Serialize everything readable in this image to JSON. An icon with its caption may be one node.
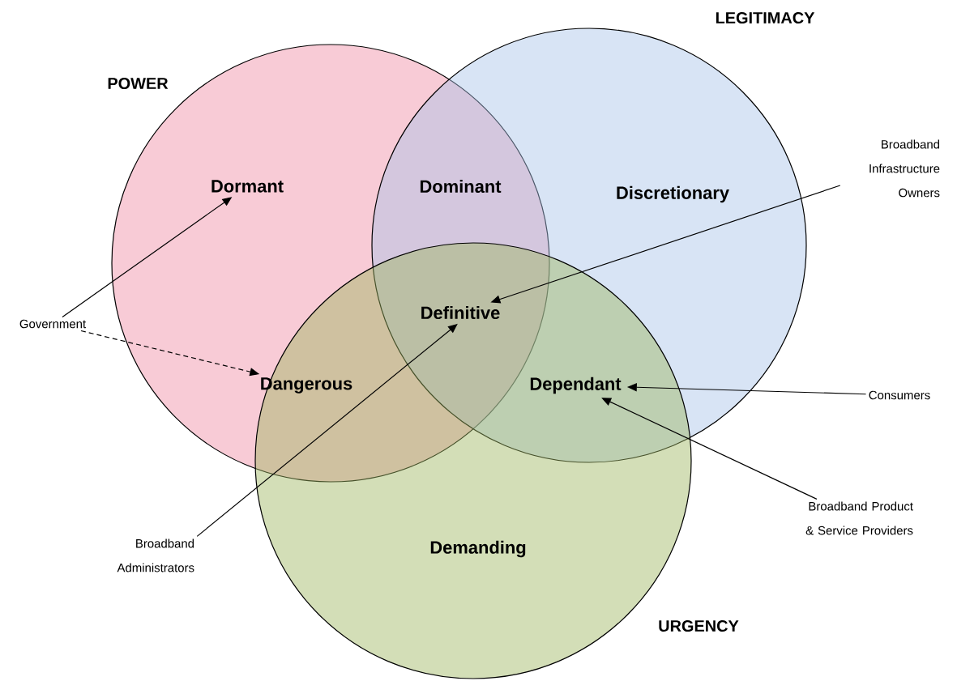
{
  "diagram": {
    "nodes": [
      {
        "text": [
          "POWER"
        ]
      },
      {
        "text": [
          "LEGITIMACY"
        ]
      },
      {
        "text": [
          "URGENCY"
        ]
      },
      {
        "text": [
          "Dormant"
        ],
        "in": 0
      },
      {
        "text": [
          "Dominant"
        ]
      },
      {
        "text": [
          "Discretionary"
        ],
        "in": 1
      },
      {
        "text": [
          "Definitive"
        ]
      },
      {
        "text": [
          "Dangerous"
        ]
      },
      {
        "text": [
          "Dependant"
        ]
      },
      {
        "text": [
          "Demanding"
        ],
        "in": 2
      },
      {
        "text": [
          "Government"
        ]
      },
      {
        "text": [
          "Broadband Infrastructure Owners"
        ]
      },
      {
        "text": [
          "Broadband Administrators"
        ]
      },
      {
        "text": [
          "Consumers"
        ]
      },
      {
        "text": [
          "Broadband Product & Service Providers"
        ]
      }
    ],
    "edges": [
      {
        "from": 10,
        "to": 3,
        "arrow": "to"
      },
      {
        "from": 10,
        "to": 7,
        "arrow": "to",
        "style": "dashed"
      },
      {
        "from": 11,
        "to": 6,
        "arrow": "to"
      },
      {
        "from": 12,
        "to": 6,
        "arrow": "to"
      },
      {
        "from": 13,
        "to": 8,
        "arrow": "to"
      },
      {
        "from": 14,
        "to": 8,
        "arrow": "to"
      }
    ]
  }
}
